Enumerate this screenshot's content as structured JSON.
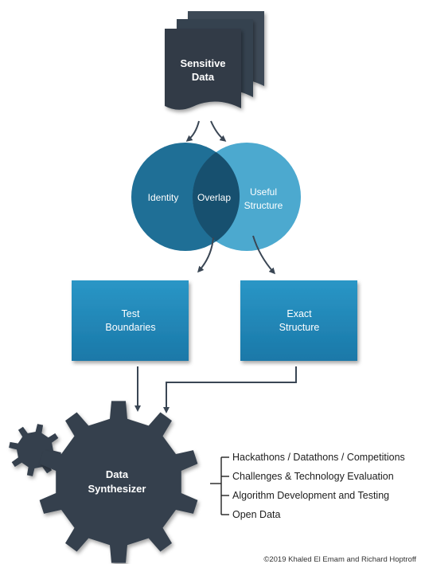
{
  "sensitive_data": {
    "line1": "Sensitive",
    "line2": "Data"
  },
  "venn": {
    "left": "Identity",
    "overlap": "Overlap",
    "right_line1": "Useful",
    "right_line2": "Structure"
  },
  "boxes": {
    "test": {
      "line1": "Test",
      "line2": "Boundaries"
    },
    "exact": {
      "line1": "Exact",
      "line2": "Structure"
    }
  },
  "synthesizer": {
    "line1": "Data",
    "line2": "Synthesizer"
  },
  "outcomes": [
    "Hackathons / Datathons / Competitions",
    "Challenges & Technology Evaluation",
    "Algorithm Development and Testing",
    "Open Data"
  ],
  "credit": "©2019 Khaled El Emam and Richard Hoptroff",
  "colors": {
    "dark_slate": "#35404d",
    "venn_left": "#1f6f96",
    "venn_right": "#4ca9cf",
    "venn_overlap": "#17506f",
    "box_blue": "#1f84b4"
  }
}
